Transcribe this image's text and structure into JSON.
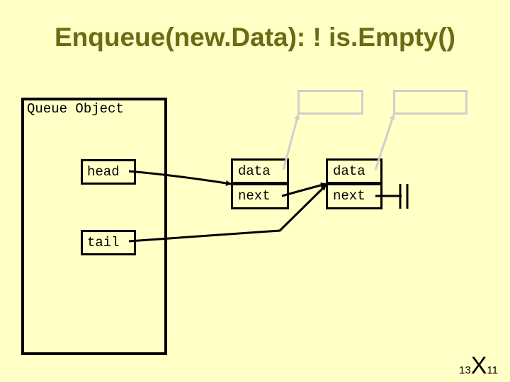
{
  "title": "Enqueue(new.Data): ! is.Empty()",
  "queue_object": {
    "label": "Queue Object",
    "head_label": "head",
    "tail_label": "tail"
  },
  "nodes": [
    {
      "data_label": "data",
      "next_label": "next"
    },
    {
      "data_label": "data",
      "next_label": "next"
    }
  ],
  "slide_number": {
    "left": "13",
    "middle": "X",
    "right": "11"
  }
}
